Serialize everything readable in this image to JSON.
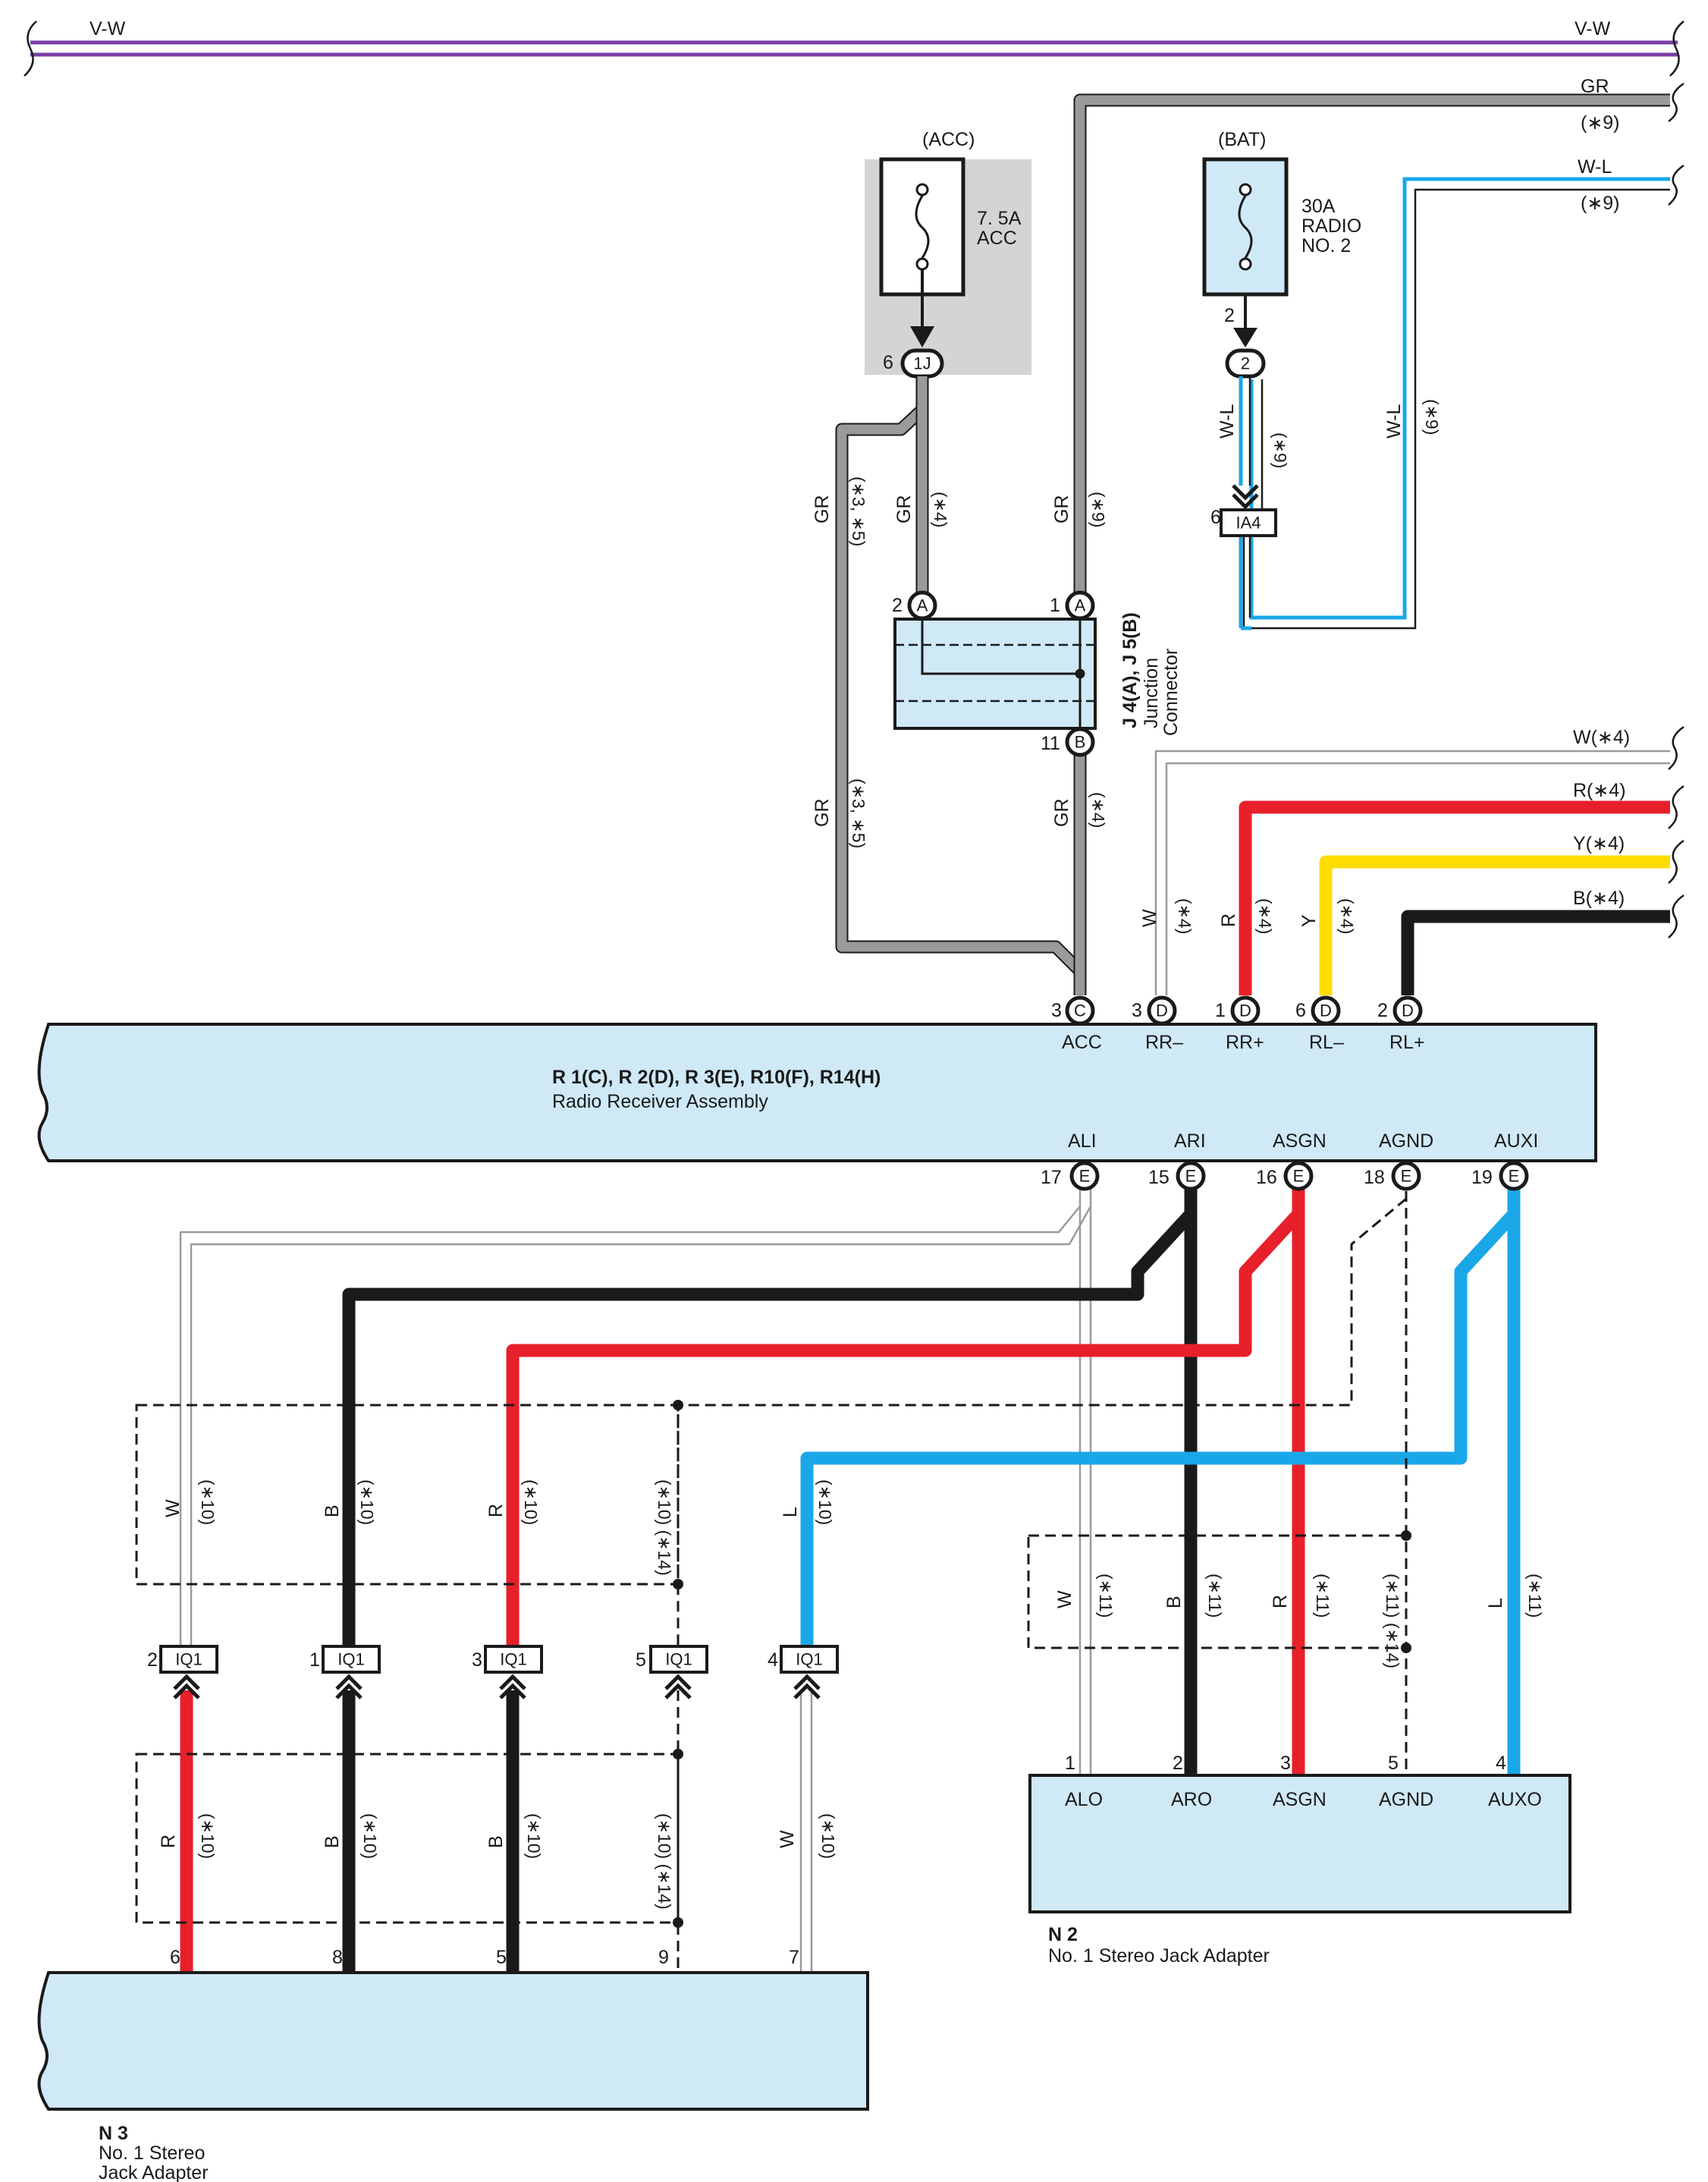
{
  "diagram": {
    "power": {
      "top_bus_left": "V-W",
      "top_bus_right": "V-W",
      "gr_label": "GR",
      "gr_note": "(∗9)",
      "wl_label": "W-L",
      "wl_note": "(∗9)"
    },
    "acc_fuse": {
      "header": "(ACC)",
      "rating": "7. 5A",
      "name": "ACC",
      "connector_pin": "6",
      "connector_id": "1J"
    },
    "bat_fuse": {
      "header": "(BAT)",
      "rating": "30A",
      "name_line1": "RADIO",
      "name_line2": "NO. 2",
      "pin": "2",
      "connector_id": "2"
    },
    "ia4": {
      "pin": "6",
      "id": "IA4"
    },
    "wire_labels": {
      "gr": "GR",
      "note_3_5": "(∗3, ∗5)",
      "note_4": "(∗4)",
      "note_9": "(∗9)",
      "wl": "W-L"
    },
    "junction": {
      "title": "J 4(A), J 5(B)",
      "subtitle_line1": "Junction",
      "subtitle_line2": "Connector",
      "pin_a2_num": "2",
      "pin_a1_num": "1",
      "pin_b11_num": "11",
      "pin_a": "A",
      "pin_b": "B"
    },
    "speaker_outputs": {
      "w_label": "W(∗4)",
      "r_label": "R(∗4)",
      "y_label": "Y(∗4)",
      "b_label": "B(∗4)",
      "vert_w": "W",
      "vert_r": "R",
      "vert_y": "Y",
      "vert_note": "(∗4)"
    },
    "radio": {
      "title": "R 1(C), R 2(D), R 3(E), R10(F), R14(H)",
      "subtitle": "Radio Receiver Assembly",
      "top_pins": [
        {
          "num": "3",
          "letter": "C",
          "name": "ACC"
        },
        {
          "num": "3",
          "letter": "D",
          "name": "RR–"
        },
        {
          "num": "1",
          "letter": "D",
          "name": "RR+"
        },
        {
          "num": "6",
          "letter": "D",
          "name": "RL–"
        },
        {
          "num": "2",
          "letter": "D",
          "name": "RL+"
        }
      ],
      "bottom_pins": [
        {
          "num": "17",
          "letter": "E",
          "name": "ALI"
        },
        {
          "num": "15",
          "letter": "E",
          "name": "ARI"
        },
        {
          "num": "16",
          "letter": "E",
          "name": "ASGN"
        },
        {
          "num": "18",
          "letter": "E",
          "name": "AGND"
        },
        {
          "num": "19",
          "letter": "E",
          "name": "AUXI"
        }
      ]
    },
    "left_harness": {
      "upper_labels": [
        {
          "color": "W",
          "note": "(∗10)"
        },
        {
          "color": "B",
          "note": "(∗10)"
        },
        {
          "color": "R",
          "note": "(∗10)"
        },
        {
          "color": "",
          "note": "(∗10) (∗14)"
        },
        {
          "color": "L",
          "note": "(∗10)"
        }
      ],
      "iq1": [
        {
          "pin": "2",
          "id": "IQ1"
        },
        {
          "pin": "1",
          "id": "IQ1"
        },
        {
          "pin": "3",
          "id": "IQ1"
        },
        {
          "pin": "5",
          "id": "IQ1"
        },
        {
          "pin": "4",
          "id": "IQ1"
        }
      ],
      "lower_labels": [
        {
          "color": "R",
          "note": "(∗10)"
        },
        {
          "color": "B",
          "note": "(∗10)"
        },
        {
          "color": "B",
          "note": "(∗10)"
        },
        {
          "color": "",
          "note": "(∗10) (∗14)"
        },
        {
          "color": "W",
          "note": "(∗10)"
        }
      ],
      "n3_pins": [
        "6",
        "8",
        "5",
        "9",
        "7"
      ]
    },
    "right_harness": {
      "labels": [
        {
          "color": "W",
          "note": "(∗11)"
        },
        {
          "color": "B",
          "note": "(∗11)"
        },
        {
          "color": "R",
          "note": "(∗11)"
        },
        {
          "color": "",
          "note": "(∗11) (∗14)"
        },
        {
          "color": "L",
          "note": "(∗11)"
        }
      ],
      "n2_pins": [
        {
          "num": "1",
          "name": "ALO"
        },
        {
          "num": "2",
          "name": "ARO"
        },
        {
          "num": "3",
          "name": "ASGN"
        },
        {
          "num": "5",
          "name": "AGND"
        },
        {
          "num": "4",
          "name": "AUXO"
        }
      ]
    },
    "n2": {
      "title": "N 2",
      "subtitle": "No. 1 Stereo Jack Adapter"
    },
    "n3": {
      "title": "N 3",
      "subtitle_line1": "No. 1 Stereo",
      "subtitle_line2": "Jack Adapter"
    },
    "colors": {
      "violet": "#7a3fa8",
      "gray": "#9a9a9a",
      "blue": "#1aa7e8",
      "red": "#e8202a",
      "yellow": "#ffdd00",
      "black": "#1a1a1a",
      "box_fill": "#cfe9f7"
    }
  }
}
